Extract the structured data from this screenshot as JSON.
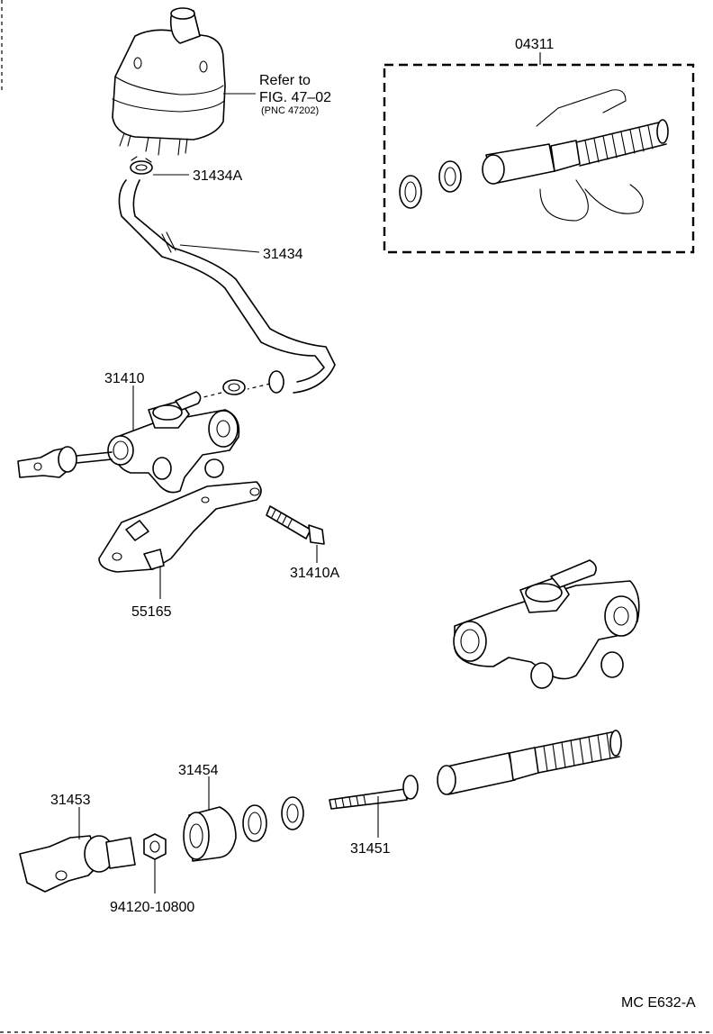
{
  "labels": {
    "kit": "04311",
    "refer_line1": "Refer to",
    "refer_line2": "FIG. 47–02",
    "refer_line3": "(PNC 47202)",
    "clip": "31434A",
    "hose": "31434",
    "master_cylinder": "31410",
    "bolt": "31410A",
    "bracket": "55165",
    "piston": "31454",
    "clevis": "31453",
    "push_rod": "31451",
    "nut": "94120-10800",
    "figure_code": "MC E632-A"
  },
  "icons": {
    "reservoir": "reservoir-tank-icon",
    "clip": "hose-clip-icon",
    "hose": "hose-icon",
    "master_cylinder": "master-cylinder-icon",
    "bracket": "bracket-icon",
    "bolt": "bolt-icon"
  }
}
